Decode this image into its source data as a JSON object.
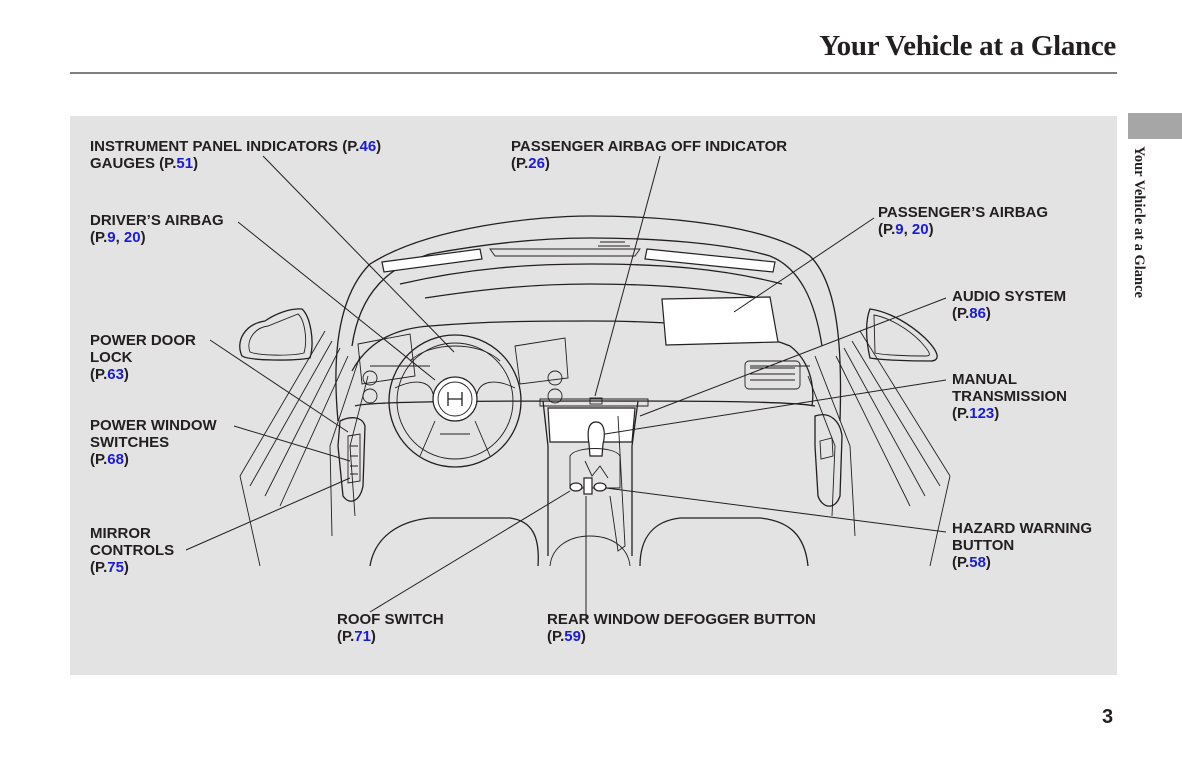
{
  "header": {
    "title": "Your Vehicle at a Glance",
    "side_tab_label": "Your Vehicle at a Glance"
  },
  "colors": {
    "page_ref": "#1a1adb",
    "panel_bg": "#e3e3e3",
    "text": "#231f20",
    "tab": "#a6a6a6"
  },
  "callouts": {
    "instrument_panel": {
      "line1": "INSTRUMENT PANEL INDICATORS",
      "prefix1": " (P.",
      "page1": "46",
      "suffix1": ")",
      "line2": "GAUGES",
      "prefix2": " (P.",
      "page2": "51",
      "suffix2": ")"
    },
    "drivers_airbag": {
      "label": "DRIVER’S AIRBAG",
      "prefix": "(P.",
      "page1": "9",
      "sep": ", ",
      "page2": "20",
      "suffix": ")"
    },
    "power_door_lock": {
      "line1": "POWER DOOR",
      "line2": "LOCK",
      "prefix": "(P.",
      "page": "63",
      "suffix": ")"
    },
    "power_window": {
      "line1": "POWER WINDOW",
      "line2": "SWITCHES",
      "prefix": "(P.",
      "page": "68",
      "suffix": ")"
    },
    "mirror_controls": {
      "line1": "MIRROR",
      "line2": "CONTROLS",
      "prefix": "(P.",
      "page": "75",
      "suffix": ")"
    },
    "roof_switch": {
      "label": "ROOF SWITCH",
      "prefix": "(P.",
      "page": "71",
      "suffix": ")"
    },
    "rear_defogger": {
      "label": "REAR WINDOW DEFOGGER BUTTON",
      "prefix": "(P.",
      "page": "59",
      "suffix": ")"
    },
    "passenger_airbag_off": {
      "label": "PASSENGER AIRBAG OFF INDICATOR",
      "prefix": "(P.",
      "page": "26",
      "suffix": ")"
    },
    "passengers_airbag": {
      "label": "PASSENGER’S AIRBAG",
      "prefix": "(P.",
      "page1": "9",
      "sep": ", ",
      "page2": "20",
      "suffix": ")"
    },
    "audio_system": {
      "label": "AUDIO SYSTEM",
      "prefix": "(P.",
      "page": "86",
      "suffix": ")"
    },
    "manual_transmission": {
      "line1": "MANUAL",
      "line2": "TRANSMISSION",
      "prefix": "(P.",
      "page": "123",
      "suffix": ")"
    },
    "hazard_warning": {
      "line1": "HAZARD WARNING",
      "line2": "BUTTON",
      "prefix": "(P.",
      "page": "58",
      "suffix": ")"
    }
  },
  "footer": {
    "page_number": "3"
  }
}
